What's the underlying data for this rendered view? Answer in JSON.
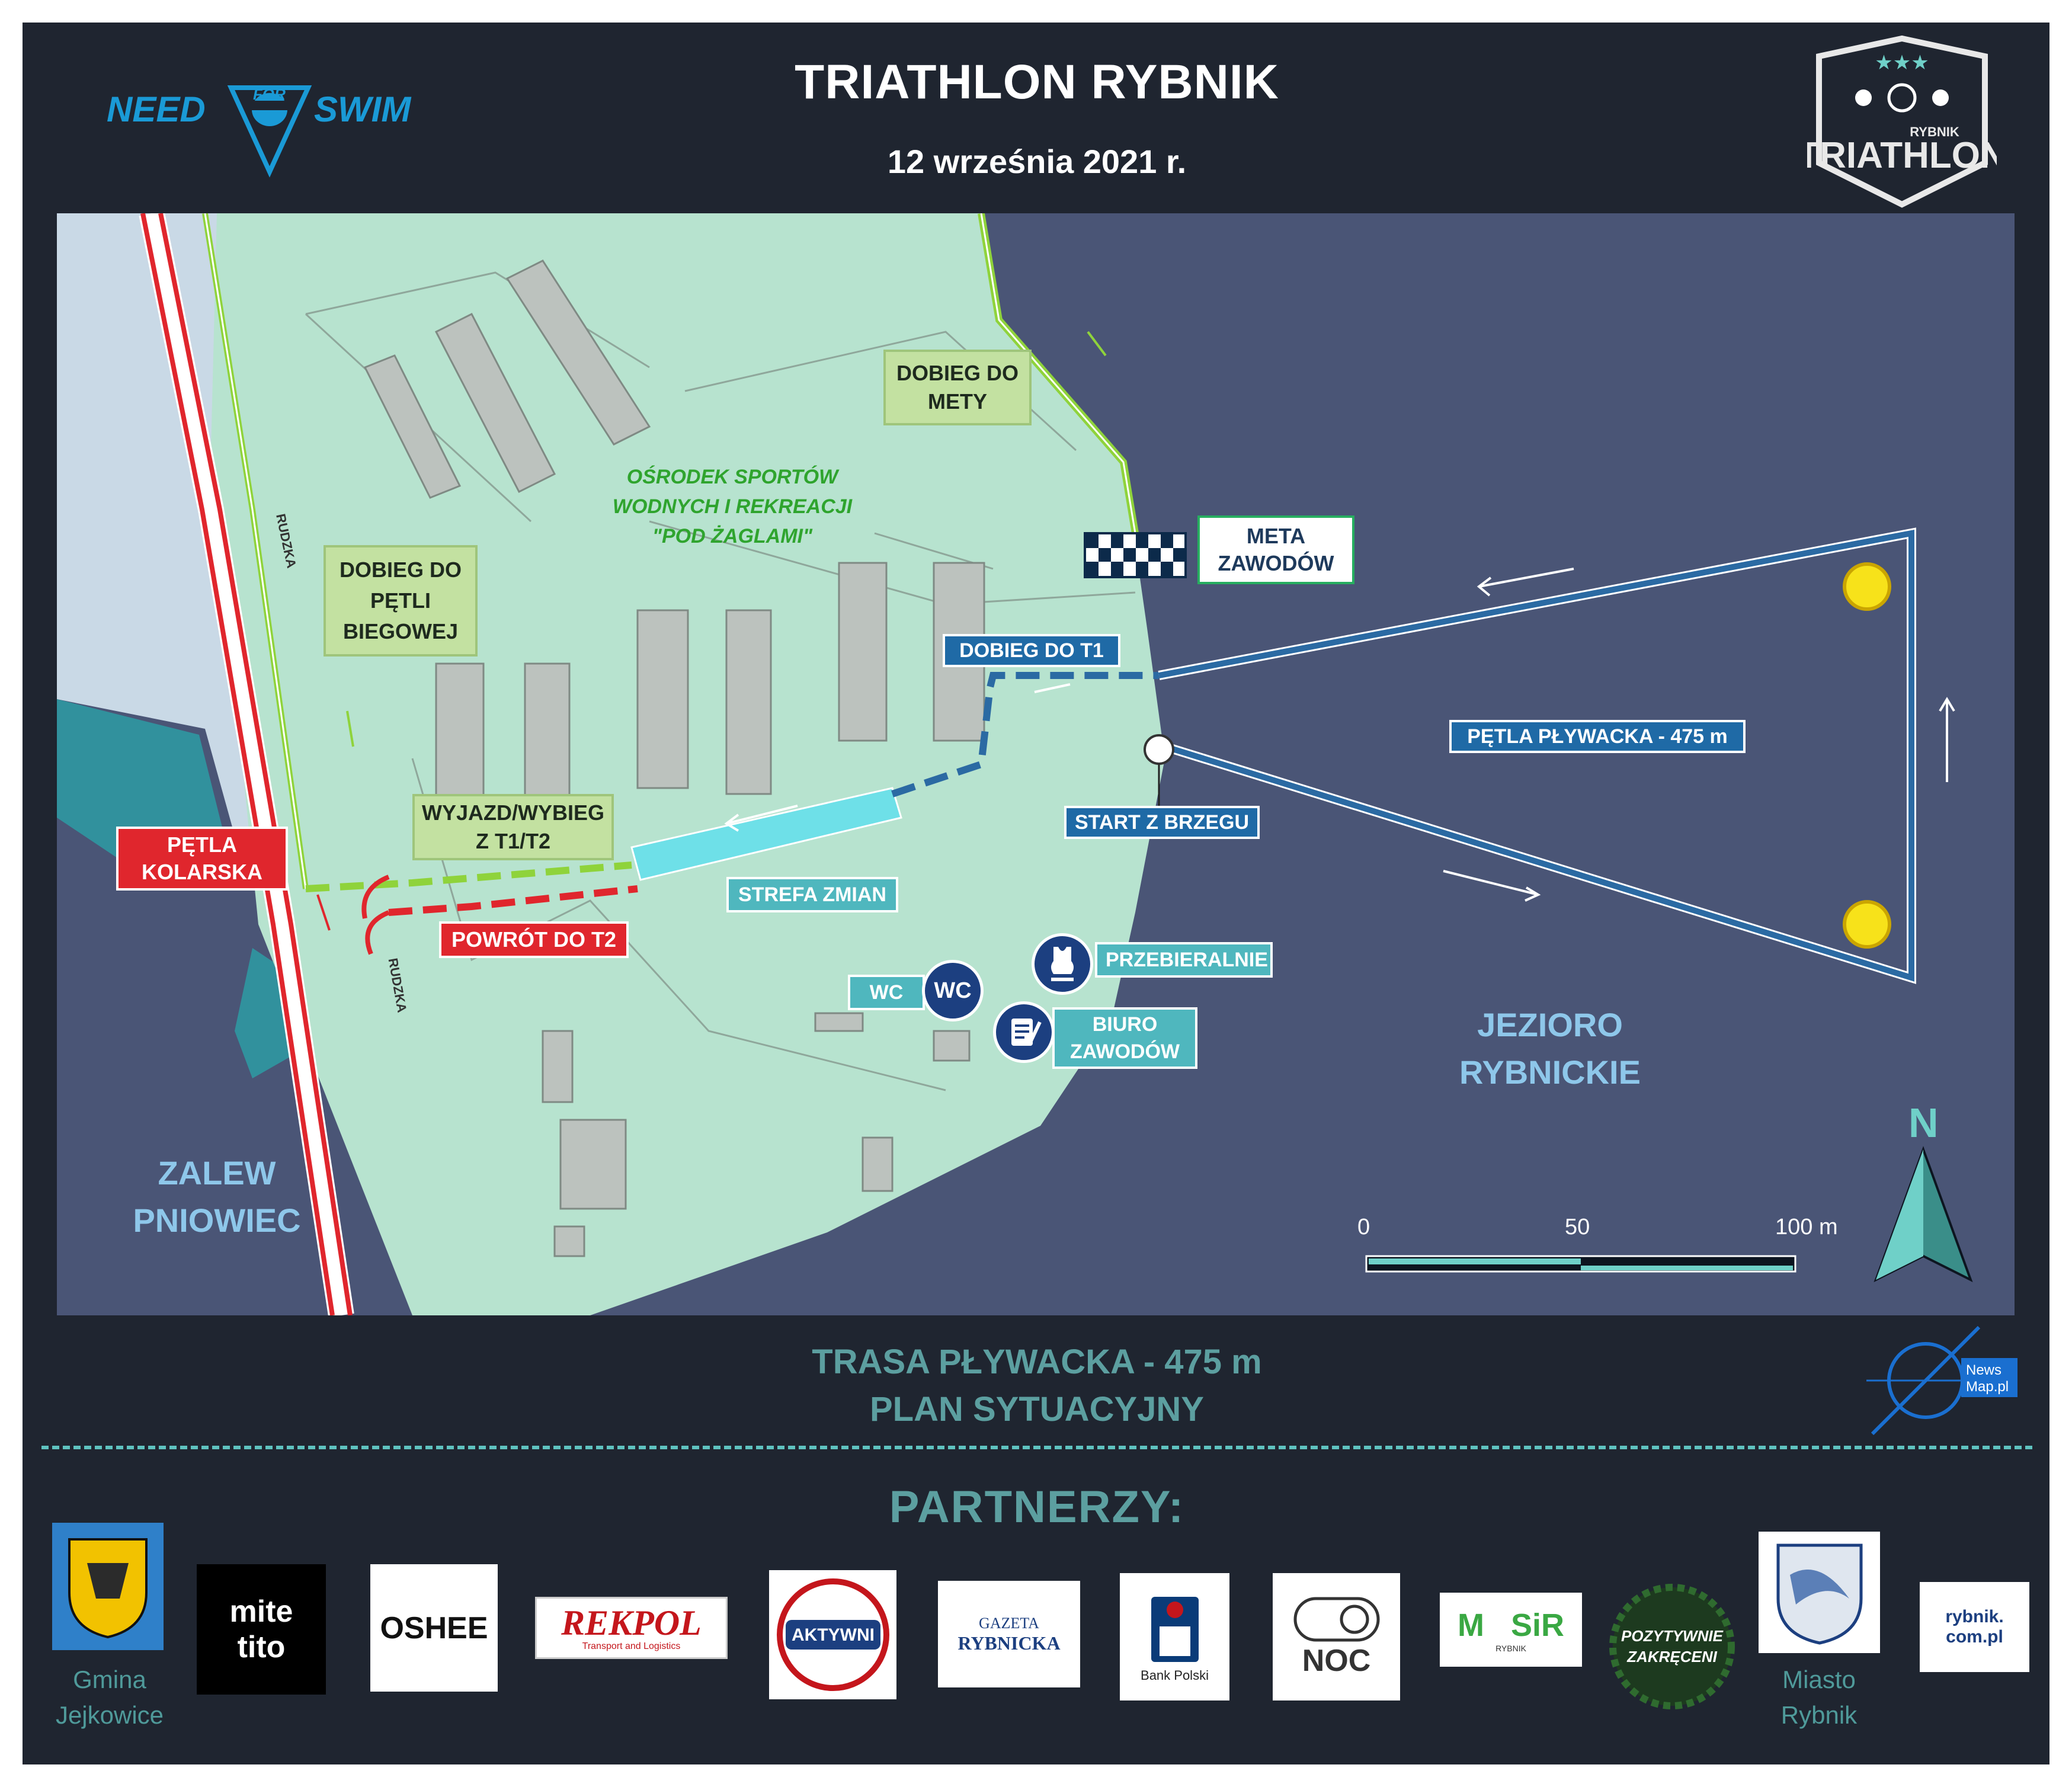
{
  "header": {
    "title": "TRIATHLON RYBNIK",
    "date": "12 września 2021 r.",
    "logo_left": {
      "need": "NEED",
      "for": "FOR",
      "swim": "SWIM"
    },
    "logo_right": {
      "sub": "RYBNIK",
      "main": "TRIATHLON"
    }
  },
  "map": {
    "labels": {
      "dobieg_mety": "DOBIEG DO METY",
      "osrodek_1": "OŚRODEK SPORTÓW",
      "osrodek_2": "WODNYCH I REKREACJI",
      "osrodek_3": "\"POD ŻAGLAMI\"",
      "meta_1": "META",
      "meta_2": "ZAWODÓW",
      "dobieg_petli_1": "DOBIEG DO",
      "dobieg_petli_2": "PĘTLI",
      "dobieg_petli_3": "BIEGOWEJ",
      "dobieg_t1": "DOBIEG DO T1",
      "petla_plywacka": "PĘTLA PŁYWACKA - 475 m",
      "start": "START Z BRZEGU",
      "wyjazd_1": "WYJAZD/WYBIEG",
      "wyjazd_2": "Z T1/T2",
      "petla_kolarska_1": "PĘTLA",
      "petla_kolarska_2": "KOLARSKA",
      "powrot": "POWRÓT DO T2",
      "strefa": "STREFA ZMIAN",
      "wc": "WC",
      "wc_icon_text": "WC",
      "przebieralnie": "PRZEBIERALNIE",
      "biuro_1": "BIURO",
      "biuro_2": "ZAWODÓW",
      "jezioro_1": "JEZIORO",
      "jezioro_2": "RYBNICKIE",
      "zalew_1": "ZALEW",
      "zalew_2": "PNIOWIEC",
      "road_1": "RUDZKA",
      "road_2": "RUDZKA"
    },
    "scale": {
      "s0": "0",
      "s50": "50",
      "s100": "100 m"
    },
    "north": "N",
    "colors": {
      "water": "#4a5576",
      "land": "#b7e3cf",
      "swim_route": "#2b6aa3",
      "bike_route": "#e0262d",
      "run_route": "#8fd33b",
      "transition": "#6ee0e8"
    }
  },
  "footer": {
    "title_1": "TRASA PŁYWACKA - 475 m",
    "title_2": "PLAN SYTUACYJNY",
    "newsmap_1": "News",
    "newsmap_2": "Map.pl",
    "partners_heading": "PARTNERZY:",
    "partners": {
      "jejkowice_cap_1": "Gmina",
      "jejkowice_cap_2": "Jejkowice",
      "mite_1": "mite",
      "mite_2": "tito",
      "oshee": "OSHEE",
      "rekpol": "REKPOL",
      "rekpol_sub": "Transport and Logistics",
      "aktywni": "AKTYWNI",
      "gazeta_1": "GAZETA",
      "gazeta_2": "RYBNICKA",
      "pko": "Bank Polski",
      "noc": "NOC",
      "mosir": "M   SiR",
      "mosir_sub": "RYBNIK",
      "pozytywnie_1": "POZYTYWNIE",
      "pozytywnie_2": "ZAKRĘCENI",
      "rybnik_cap_1": "Miasto",
      "rybnik_cap_2": "Rybnik",
      "rybnik_com_1": "rybnik.",
      "rybnik_com_2": "com.pl"
    }
  }
}
